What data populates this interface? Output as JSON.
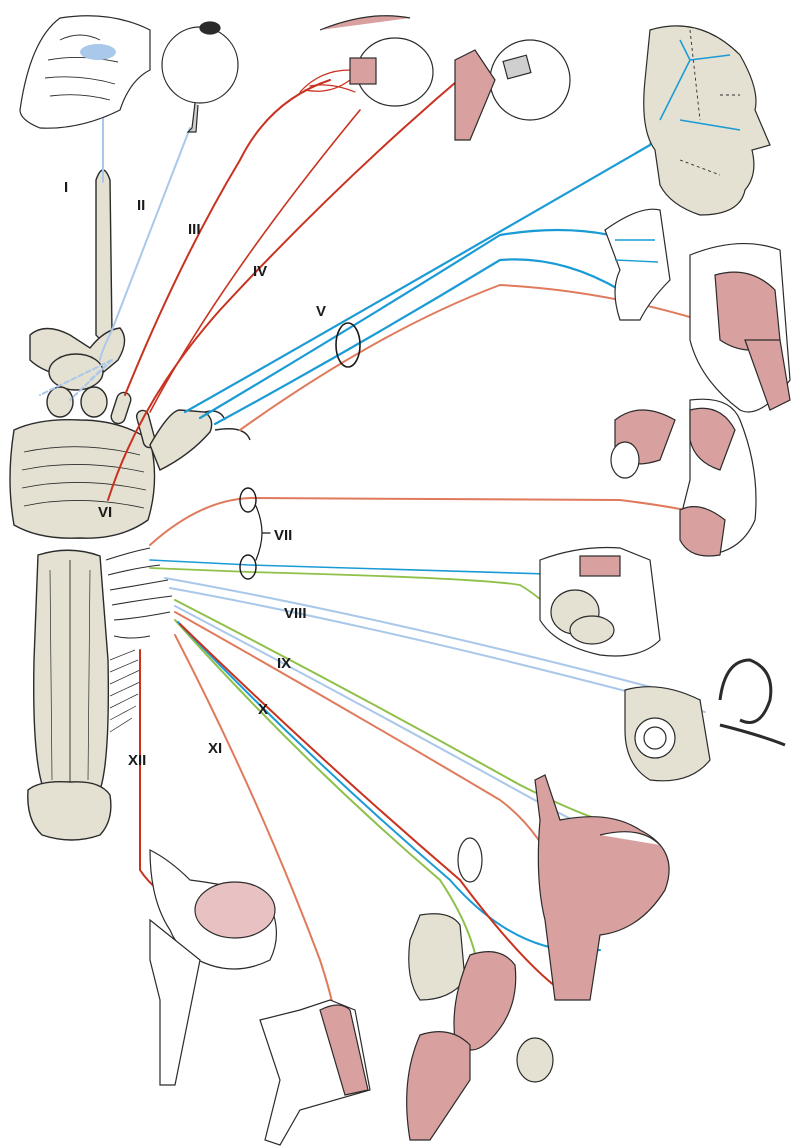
{
  "colors": {
    "background": "#ffffff",
    "outline": "#2b2b2b",
    "tissue": "#e4e1d2",
    "motor_dark": "#c8321f",
    "motor": "#e07a5c",
    "sensory": "#1b9bd6",
    "special_sensory": "#a9c8ea",
    "parasympathetic": "#8fc04a",
    "muscle": "#d9a0a0"
  },
  "labels": {
    "I": "I",
    "II": "II",
    "III": "III",
    "IV": "IV",
    "V": "V",
    "VI": "VI",
    "VII": "VII",
    "VIII": "VIII",
    "IX": "IX",
    "X": "X",
    "XI": "XI",
    "XII": "XII"
  },
  "structures": [
    {
      "name": "nasal-cavity-drawing",
      "icon": "nasal-cavity-icon"
    },
    {
      "name": "eyeball-drawing",
      "icon": "eyeball-icon"
    },
    {
      "name": "superior-oblique-eye-drawing",
      "icon": "eye-muscle-icon"
    },
    {
      "name": "lateral-rectus-eye-drawing",
      "icon": "eye-muscle-icon"
    },
    {
      "name": "face-profile-drawing",
      "icon": "face-icon"
    },
    {
      "name": "nasal-palate-drawing",
      "icon": "palate-icon"
    },
    {
      "name": "masticatory-muscles-drawing",
      "icon": "jaw-muscle-icon"
    },
    {
      "name": "facial-expression-muscles-drawing",
      "icon": "face-muscle-icon"
    },
    {
      "name": "salivary-glands-drawing",
      "icon": "gland-icon"
    },
    {
      "name": "inner-ear-drawing",
      "icon": "cochlea-icon"
    },
    {
      "name": "pharynx-larynx-drawing",
      "icon": "throat-icon"
    },
    {
      "name": "thoracic-abdominal-viscera-drawing",
      "icon": "viscera-icon"
    },
    {
      "name": "tongue-muscles-drawing",
      "icon": "tongue-icon"
    },
    {
      "name": "neck-muscles-drawing",
      "icon": "neck-muscle-icon"
    },
    {
      "name": "brainstem-drawing",
      "icon": "brainstem-icon"
    }
  ]
}
